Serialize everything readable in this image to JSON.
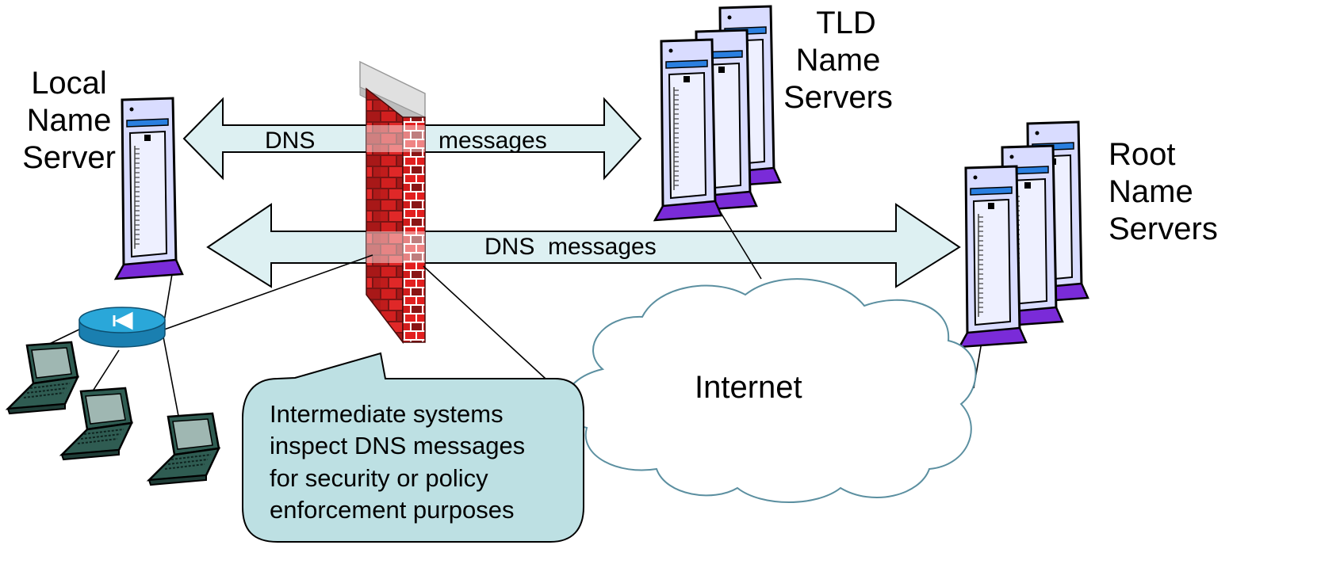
{
  "nodes": {
    "local": {
      "lines": [
        "Local",
        "Name",
        "Server"
      ]
    },
    "tld": {
      "lines": [
        "TLD",
        "Name",
        "Servers"
      ]
    },
    "root": {
      "lines": [
        "Root",
        "Name",
        "Servers"
      ]
    },
    "internet": {
      "label": "Internet"
    }
  },
  "arrows": {
    "upper": {
      "left_text": "DNS",
      "right_text": "messages"
    },
    "lower": {
      "text": "DNS  messages"
    }
  },
  "callout": {
    "lines": [
      "Intermediate systems",
      "inspect DNS messages",
      "for security or policy",
      "enforcement purposes"
    ]
  },
  "colors": {
    "arrow_fill": "#ddf0f2",
    "callout_fill": "#bde0e3",
    "server_body": "#d9dcff",
    "server_base": "#7a2bd8",
    "brick_red": "#d11f1f",
    "router": "#2aa7d9",
    "laptop": "#2f5c52"
  },
  "icons": [
    "server-icon",
    "firewall-icon",
    "router-icon",
    "laptop-icon",
    "cloud-icon"
  ]
}
